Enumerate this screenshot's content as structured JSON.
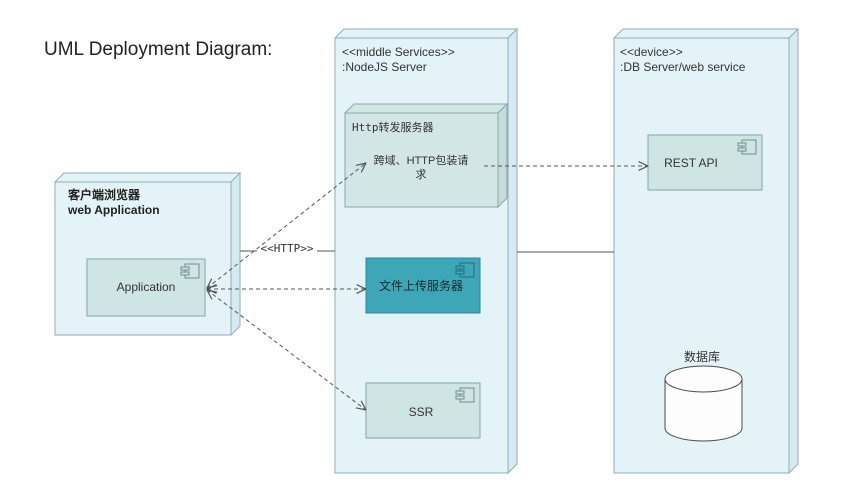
{
  "title": "UML Deployment Diagram:",
  "client_node": {
    "name": "客户端浏览器",
    "subtitle": "web Application"
  },
  "middle_node": {
    "stereotype": "<<middle Services>>",
    "name": ":NodeJS Server"
  },
  "device_node": {
    "stereotype": "<<device>>",
    "name": ":DB Server/web service"
  },
  "http_forward_node": {
    "name": "Http转发服务器",
    "description_lines": [
      "跨域、HTTP包装请",
      "求"
    ]
  },
  "components": {
    "application": "Application",
    "file_upload": "文件上传服务器",
    "ssr": "SSR",
    "rest_api": "REST API"
  },
  "database": {
    "label": "数据库"
  },
  "connectors": {
    "client_to_server_label": "<<HTTP>>"
  },
  "colors": {
    "node_fill": "#e3f3f8",
    "node_side": "#d6eaf1",
    "node_stroke": "#92aeb9",
    "inner_node_fill": "#d2e7e5",
    "inner_node_side": "#c5dcd9",
    "inner_node_stroke": "#8aa9a7",
    "component_fill": "#cfe5e3",
    "component_stroke": "#86a6a5",
    "highlight_fill": "#3da6b7",
    "highlight_stroke": "#2d8899",
    "connector": "#555555",
    "text": "#333333"
  }
}
